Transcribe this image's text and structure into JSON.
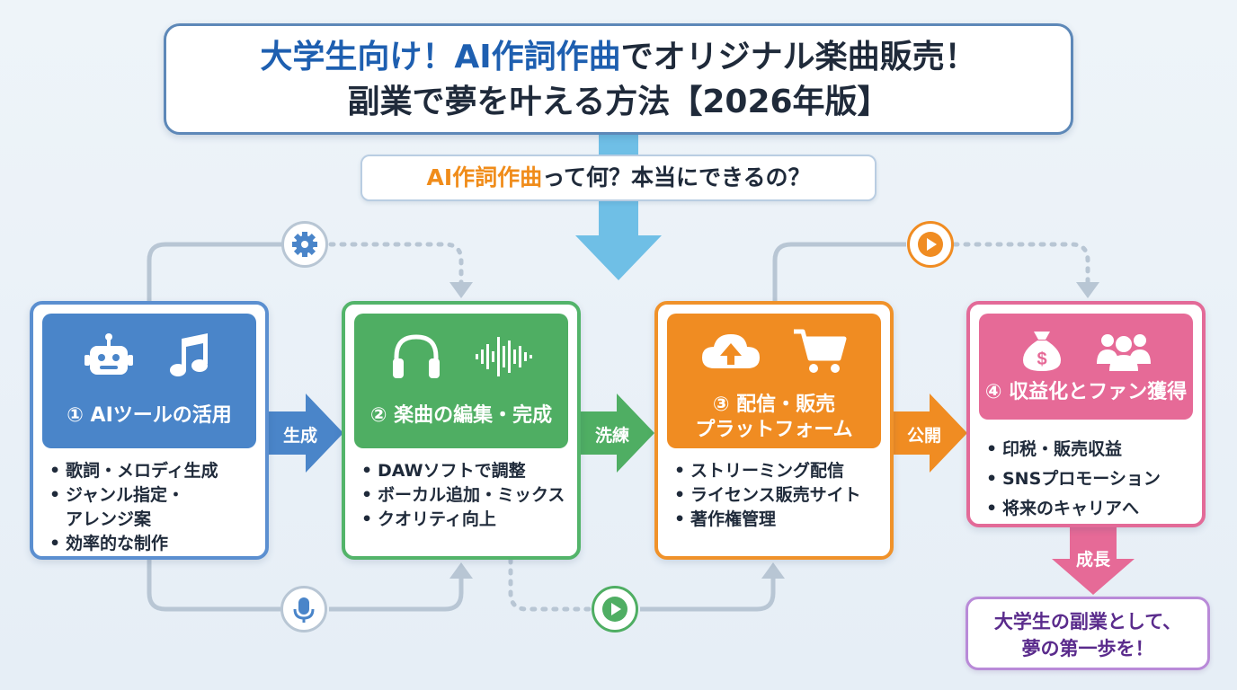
{
  "title": {
    "line1_highlight": "大学生向け！AI作詞作曲",
    "line1_rest": "でオリジナル楽曲販売！",
    "line2": "副業で夢を叶える方法【2026年版】"
  },
  "subtitle": {
    "highlight": "AI作詞作曲",
    "rest": "って何？本当にできるの？"
  },
  "steps": [
    {
      "title": "① AIツールの活用",
      "items": [
        "歌詞・メロディ生成",
        "ジャンル指定・",
        "アレンジ案",
        "効率的な制作"
      ],
      "icons": [
        "robot-icon",
        "music-note-icon"
      ],
      "color": "#4a85c9"
    },
    {
      "title": "② 楽曲の編集・完成",
      "items": [
        "DAWソフトで調整",
        "ボーカル追加・ミックス",
        "クオリティ向上"
      ],
      "icons": [
        "headphones-icon",
        "waveform-icon"
      ],
      "color": "#4fae63"
    },
    {
      "title_line1": "③ 配信・販売",
      "title_line2": "プラットフォーム",
      "items": [
        "ストリーミング配信",
        "ライセンス販売サイト",
        "著作権管理"
      ],
      "icons": [
        "cloud-upload-icon",
        "shopping-cart-icon"
      ],
      "color": "#f08c22"
    },
    {
      "title": "④ 収益化とファン獲得",
      "items": [
        "印税・販売収益",
        "SNSプロモーション",
        "将来のキャリアへ"
      ],
      "icons": [
        "money-bag-icon",
        "people-icon"
      ],
      "color": "#e66a97"
    }
  ],
  "connectors": [
    "生成",
    "洗練",
    "公開",
    "成長"
  ],
  "final": {
    "line1": "大学生の副業として、",
    "line2": "夢の第一歩を！"
  },
  "colors": {
    "blue": "#1e5fb0",
    "orange": "#f08c1a",
    "green": "#4fae63",
    "pink": "#e66a97",
    "purple": "#5a2b8c",
    "loop": "#b8c6d4"
  }
}
